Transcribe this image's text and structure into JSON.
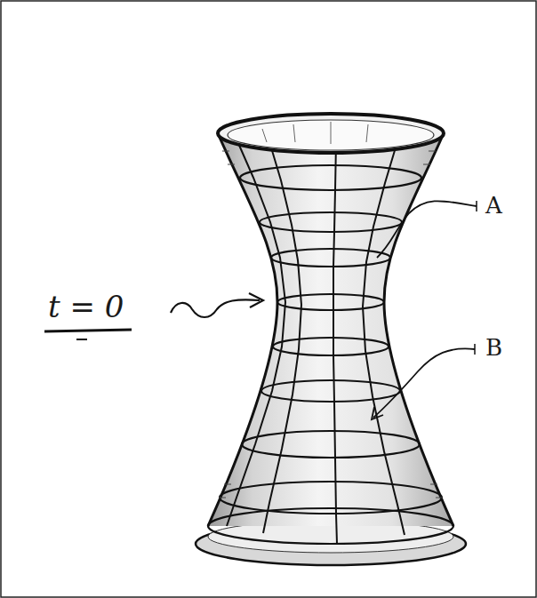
{
  "diagram": {
    "labels": [
      "t = 0",
      "A",
      "B"
    ]
  }
}
